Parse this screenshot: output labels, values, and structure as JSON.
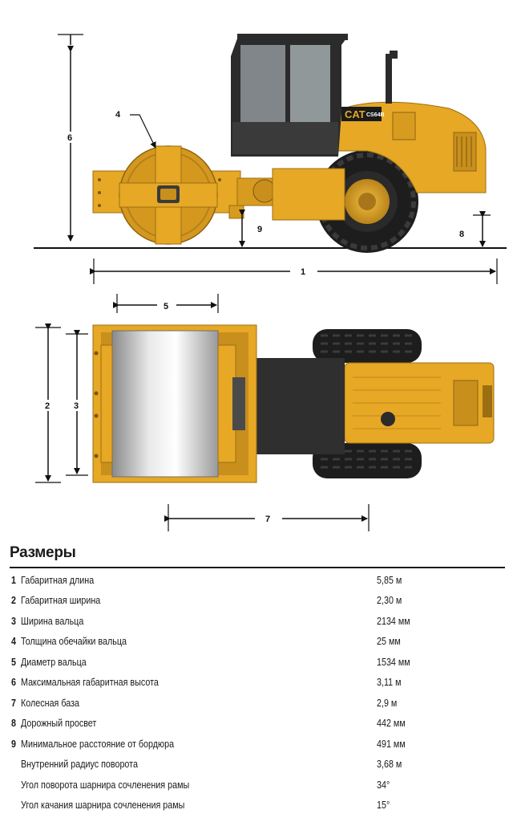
{
  "diagram": {
    "side_view_labels": [
      "1",
      "4",
      "6",
      "8",
      "9"
    ],
    "top_view_labels": [
      "2",
      "3",
      "5",
      "7"
    ],
    "brand": {
      "logo_text": "CAT",
      "model_text": "CS64B"
    },
    "colors": {
      "body_yellow": "#e6a825",
      "dark_trim": "#2b2b2b",
      "tire_black": "#1d1d1d",
      "drum_silver": "#cfcfcf"
    }
  },
  "section": {
    "title": "Размеры"
  },
  "specs": [
    {
      "num": "1",
      "label": "Габаритная длина",
      "value": "5,85 м"
    },
    {
      "num": "2",
      "label": "Габаритная ширина",
      "value": "2,30 м"
    },
    {
      "num": "3",
      "label": "Ширина вальца",
      "value": "2134 мм"
    },
    {
      "num": "4",
      "label": "Толщина обечайки вальца",
      "value": "25 мм"
    },
    {
      "num": "5",
      "label": "Диаметр вальца",
      "value": "1534 мм"
    },
    {
      "num": "6",
      "label": "Максимальная габаритная высота",
      "value": "3,11 м"
    },
    {
      "num": "7",
      "label": "Колесная база",
      "value": "2,9 м"
    },
    {
      "num": "8",
      "label": "Дорожный просвет",
      "value": "442 мм"
    },
    {
      "num": "9",
      "label": "Минимальное расстояние от бордюра",
      "value": "491 мм"
    },
    {
      "num": "",
      "label": "Внутренний радиус поворота",
      "value": "3,68 м"
    },
    {
      "num": "",
      "label": "Угол поворота шарнира сочленения рамы",
      "value": "34°"
    },
    {
      "num": "",
      "label": "Угол качания шарнира сочленения рамы",
      "value": "15°"
    }
  ]
}
